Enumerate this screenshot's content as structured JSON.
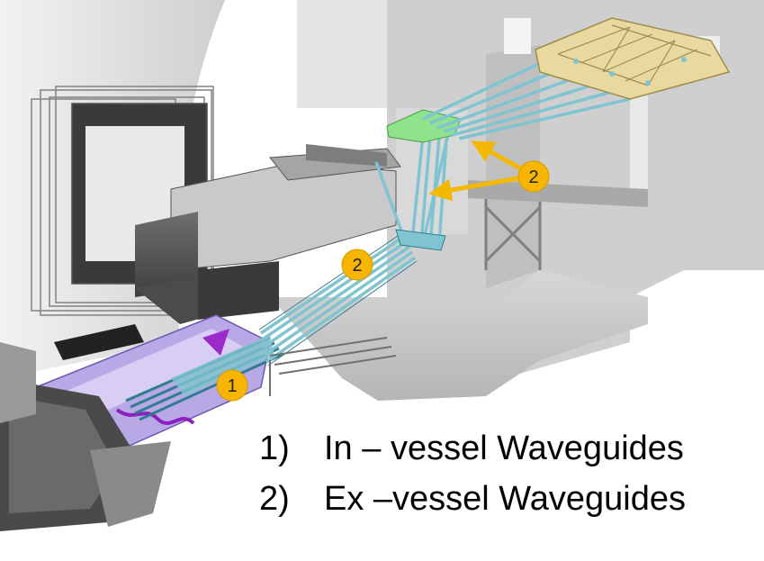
{
  "markers": {
    "m1": "1",
    "m2a": "2",
    "m2b": "2"
  },
  "legend": {
    "items": [
      {
        "num": "1)",
        "label": "In – vessel Waveguides"
      },
      {
        "num": "2)",
        "label": "Ex –vessel Waveguides"
      }
    ]
  },
  "colors": {
    "waveguide": "#7fc4d0",
    "waveguide_dark": "#2f7d8e",
    "port_plug": "#b9a8e6",
    "mirror_box": "#8fe38a",
    "launcher_frame": "#e8d9a0",
    "marker_fill": "#f7b500",
    "arrow": "#f5b800"
  }
}
